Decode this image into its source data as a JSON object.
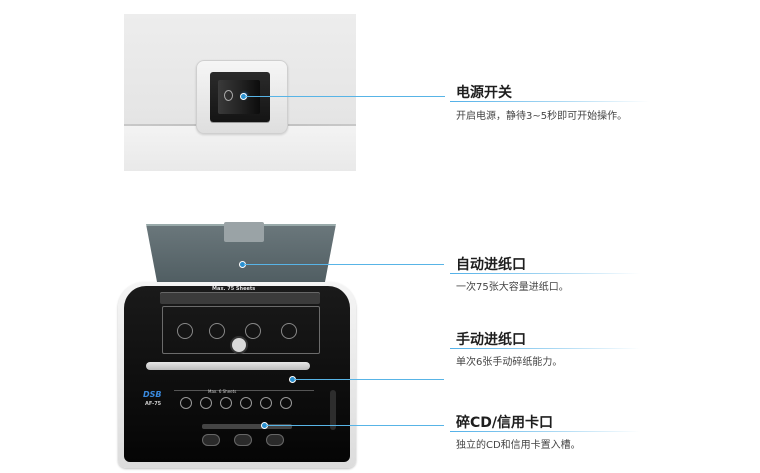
{
  "callouts": [
    {
      "label": "电源开关",
      "desc": "开启电源，静待3~5秒即可开始操作。"
    },
    {
      "label": "自动进纸口",
      "desc": "一次75张大容量进纸口。"
    },
    {
      "label": "手动进纸口",
      "desc": "单次6张手动碎纸能力。"
    },
    {
      "label": "碎CD/信用卡口",
      "desc": "独立的CD和信用卡置入槽。"
    }
  ],
  "shredder": {
    "lid_label": "Max. 75 Sheets",
    "brand": "DSB",
    "model": "AF-75",
    "manual_label": "Max. 6 Sheets"
  },
  "colors": {
    "accent": "#2a90d0",
    "line": "#58b4e6"
  }
}
